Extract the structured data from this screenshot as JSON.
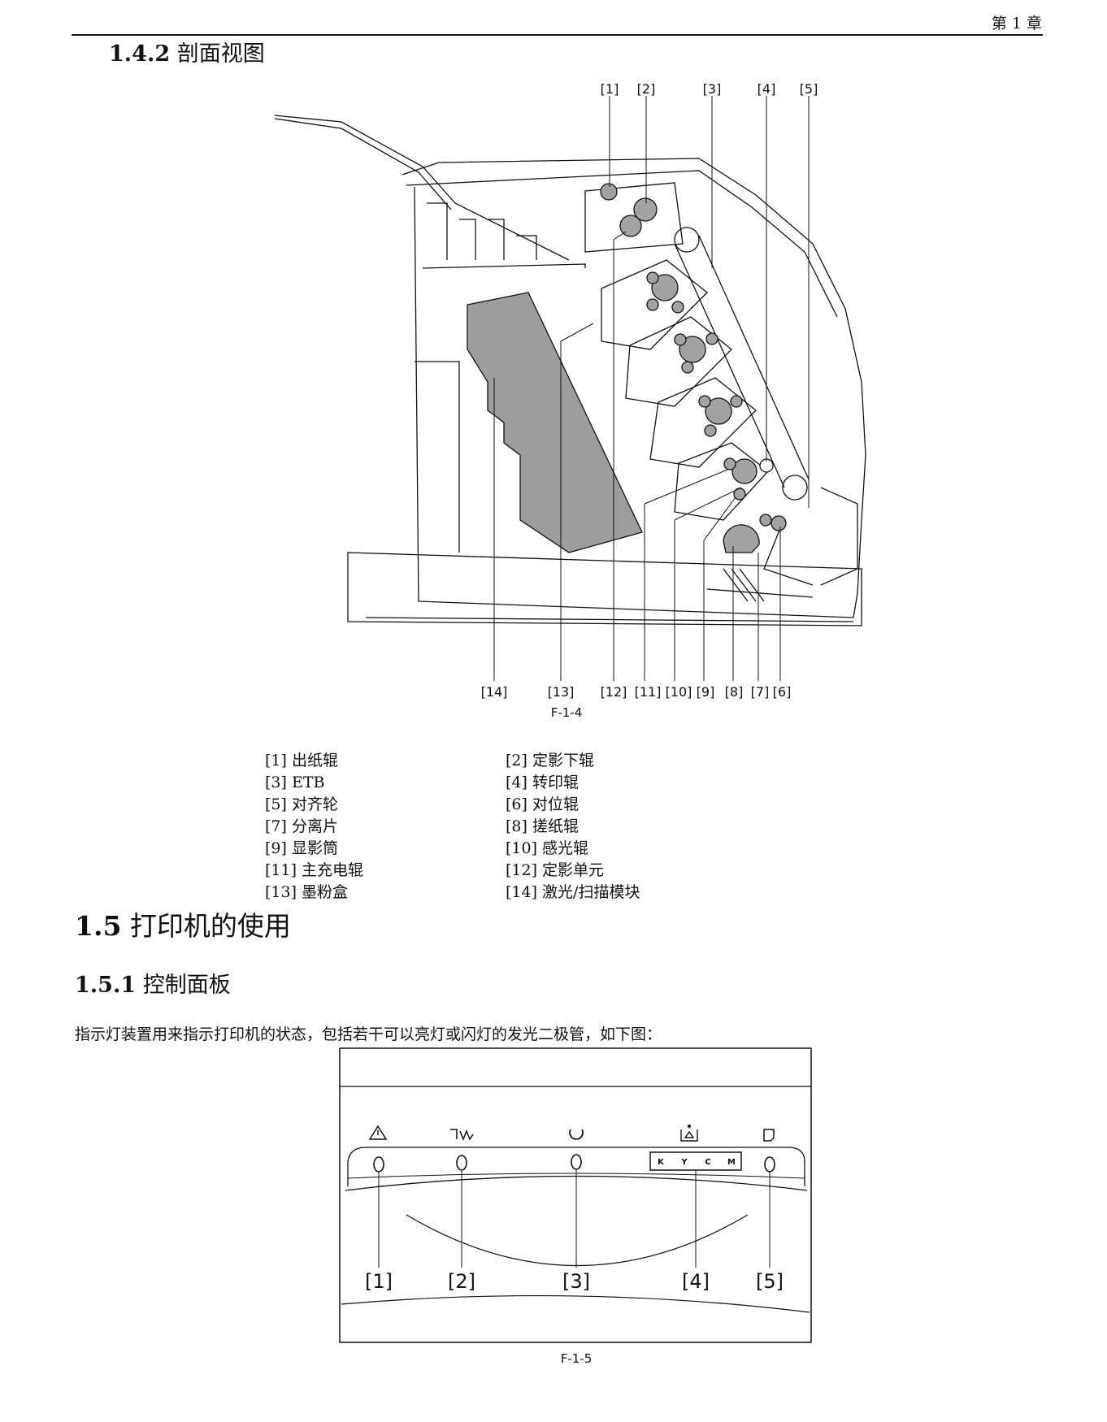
{
  "header": {
    "chapter": "第 1 章"
  },
  "section_142": {
    "number": "1.4.2",
    "title": "剖面视图"
  },
  "figure_1": {
    "caption": "F-1-4",
    "top_labels": [
      "[1]",
      "[2]",
      "[3]",
      "[4]",
      "[5]"
    ],
    "bottom_labels": [
      "[14]",
      "[13]",
      "[12]",
      "[11]",
      "[10]",
      "[9]",
      "[8]",
      "[7]",
      "[6]"
    ]
  },
  "legend": {
    "left": [
      "[1]  出纸辊",
      "[3] ETB",
      "[5]  对齐轮",
      "[7]  分离片",
      "[9]  显影筒",
      "[11]  主充电辊",
      "[13]  墨粉盒"
    ],
    "right": [
      "[2]  定影下辊",
      "[4]  转印辊",
      "[6]  对位辊",
      "[8]  搓纸辊",
      "[10]  感光辊",
      "[12]  定影单元",
      "[14]  激光/扫描模块"
    ]
  },
  "section_15": {
    "number": "1.5",
    "title": "打印机的使用"
  },
  "section_151": {
    "number": "1.5.1",
    "title": "控制面板"
  },
  "paragraph": "指示灯装置用来指示打印机的状态，包括若干可以亮灯或闪灯的发光二极管，如下图：",
  "figure_2": {
    "caption": "F-1-5",
    "toner_letters": [
      "K",
      "Y",
      "C",
      "M"
    ],
    "labels": [
      "[1]",
      "[2]",
      "[3]",
      "[4]",
      "[5]"
    ],
    "icons": [
      "warning-icon",
      "paper-jam-icon",
      "power-icon",
      "toner-icon",
      "paper-icon"
    ]
  }
}
